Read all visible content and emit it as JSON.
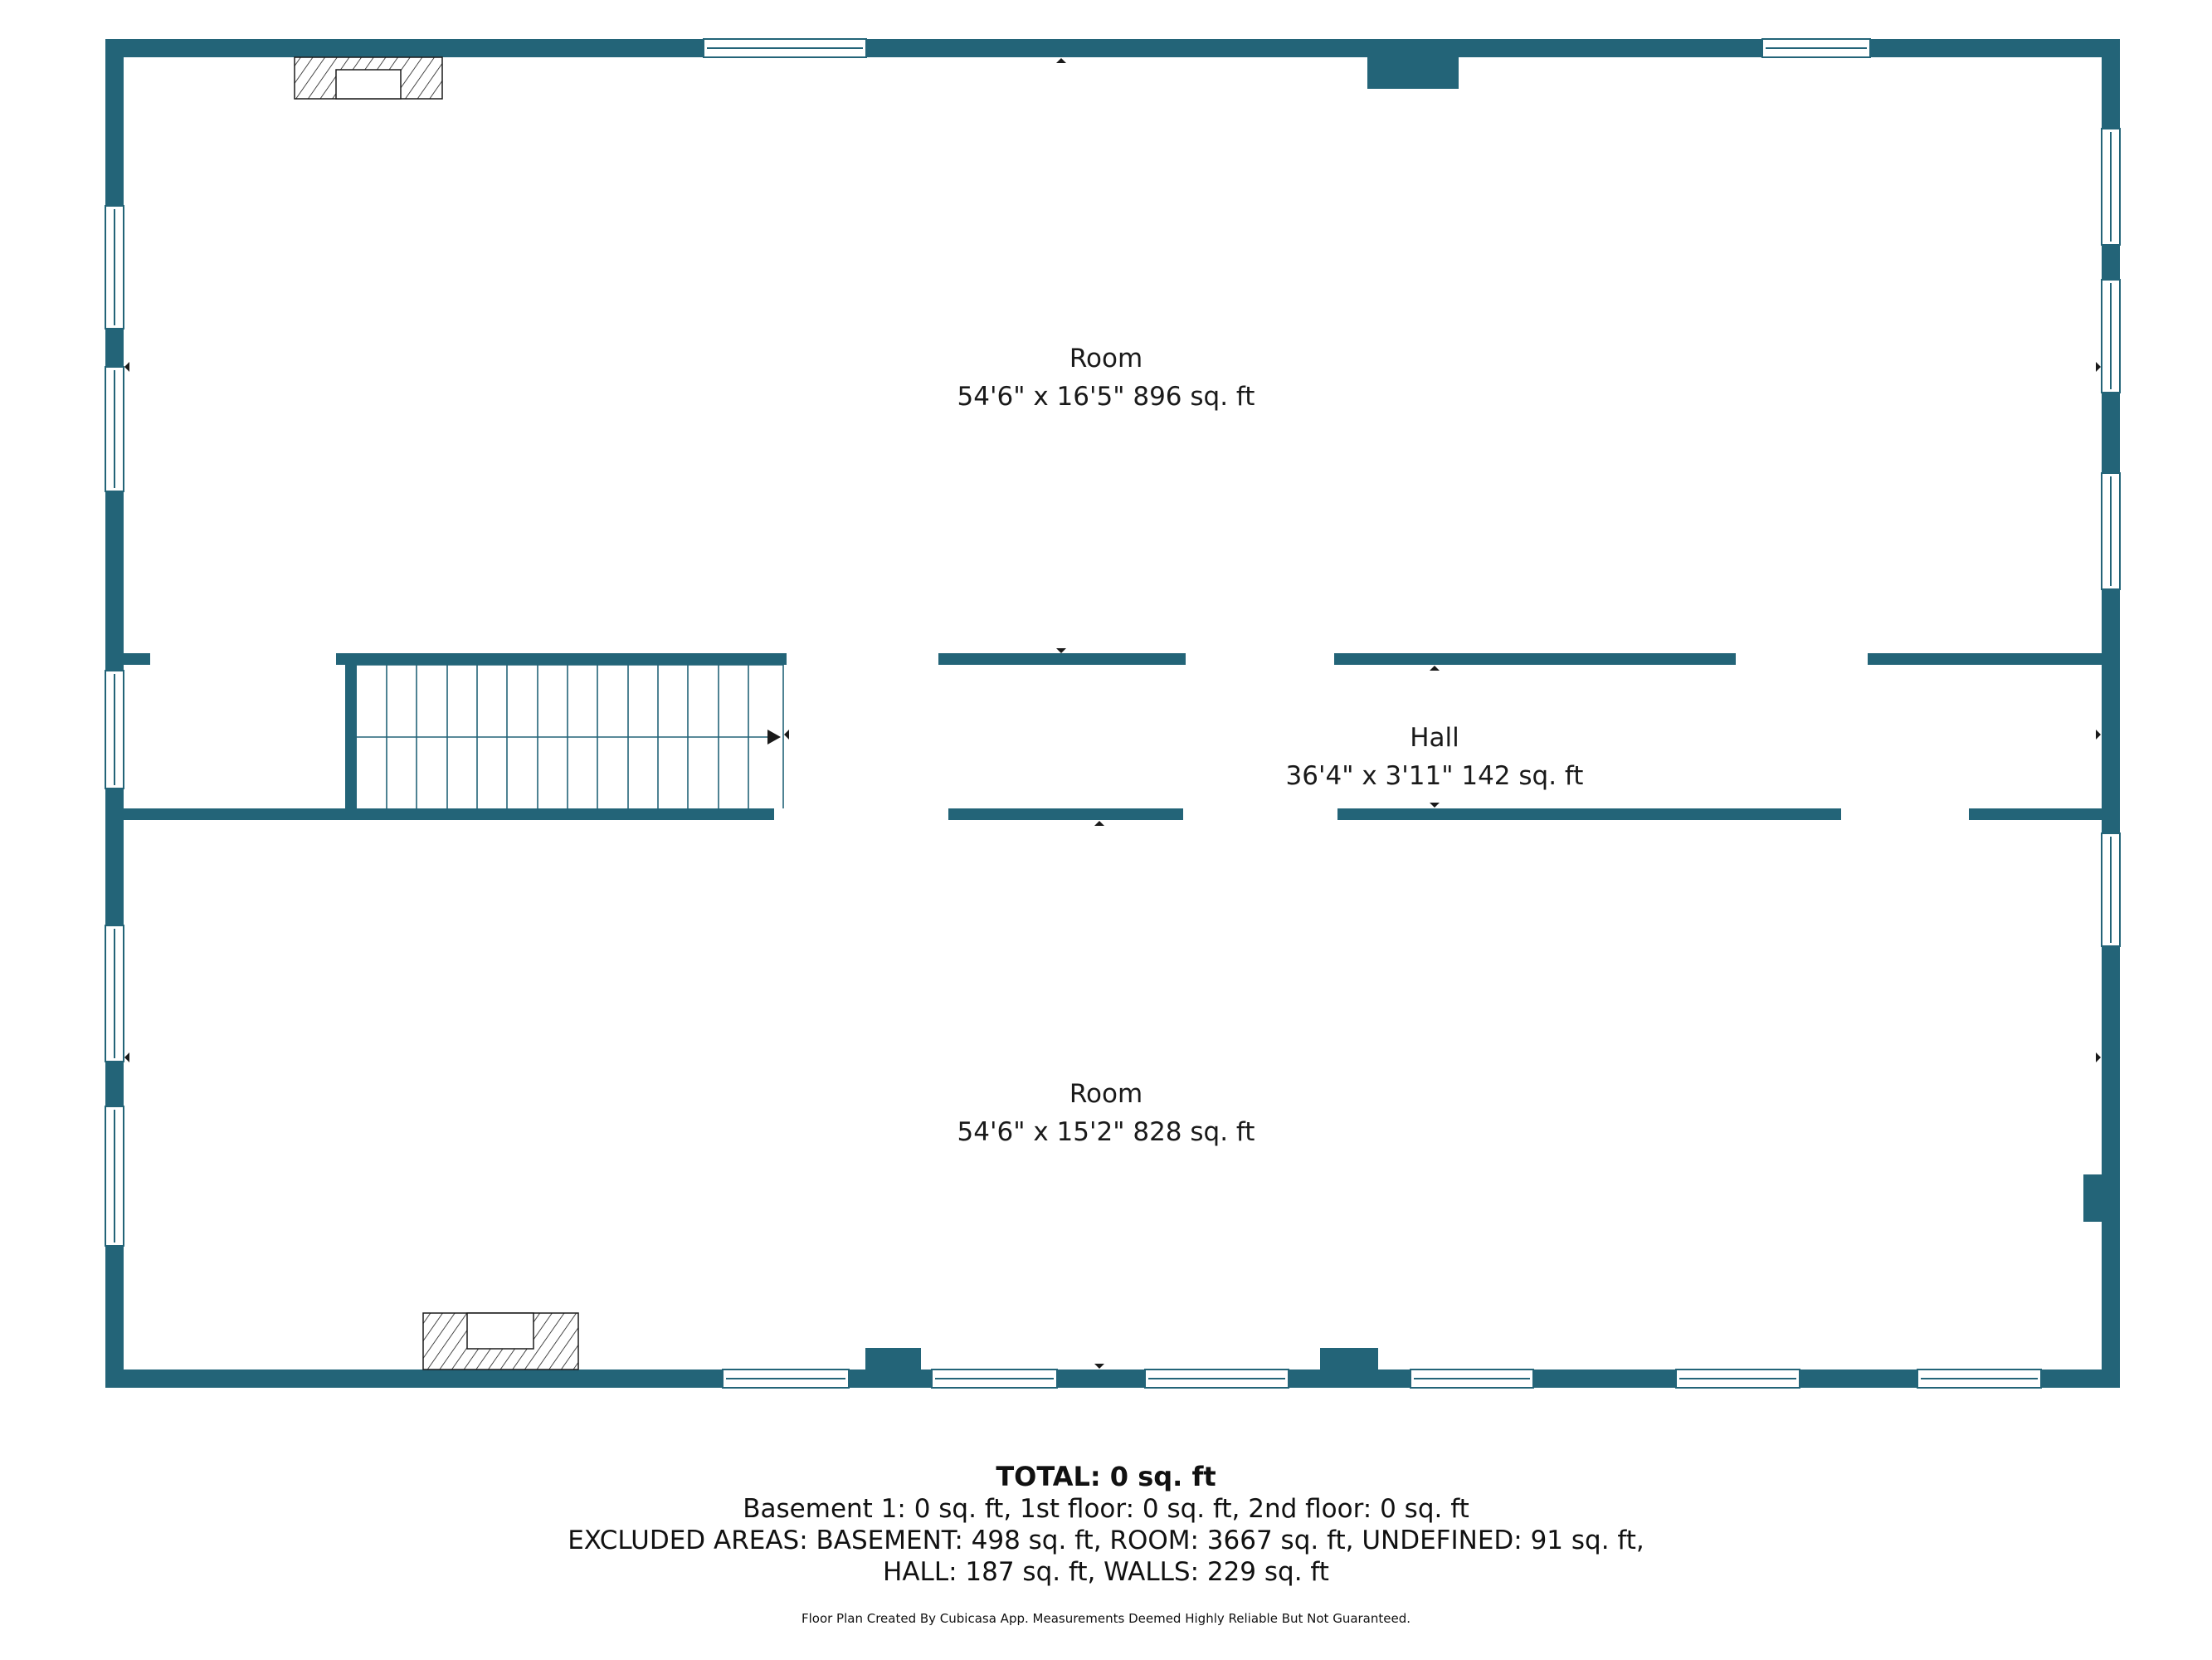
{
  "colors": {
    "wall": "#236478",
    "window_fill": "#ffffff",
    "text": "#1a1a1a"
  },
  "rooms": [
    {
      "name": "Room",
      "dims": "54'6\" x 16'5\" 896 sq. ft"
    },
    {
      "name": "Hall",
      "dims": "36'4\" x 3'11\" 142 sq. ft"
    },
    {
      "name": "Room",
      "dims": "54'6\" x 15'2\" 828 sq. ft"
    }
  ],
  "summary": {
    "total": "TOTAL: 0 sq. ft",
    "floors": "Basement 1: 0 sq. ft, 1st floor: 0 sq. ft, 2nd floor: 0 sq. ft",
    "excluded_1": "EXCLUDED AREAS: BASEMENT: 498 sq. ft, ROOM: 3667 sq. ft, UNDEFINED: 91 sq. ft,",
    "excluded_2": "HALL: 187 sq. ft, WALLS: 229 sq. ft"
  },
  "credit": "Floor Plan Created By Cubicasa App. Measurements Deemed Highly Reliable But Not Guaranteed."
}
